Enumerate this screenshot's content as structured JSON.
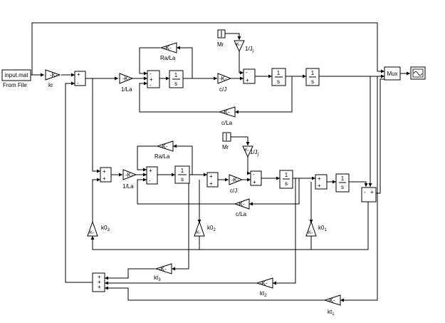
{
  "source": {
    "file": "input.mat",
    "label": "From File"
  },
  "mux": "Mux",
  "scope": {
    "icon": "scope-icon"
  },
  "gain": "-K-",
  "int": {
    "num": "1",
    "den": "s"
  },
  "labels": {
    "kr": "kr",
    "inv_la": "1/La",
    "ra_la": "Ra/La",
    "c_j": "c/J",
    "c_la": "c/La",
    "mr": "Mr",
    "inv_jj": "1/J",
    "j_sub": "j",
    "k0": "k0",
    "kt": "kt",
    "s1": "1",
    "s2": "2",
    "s3": "3"
  },
  "signs": {
    "plus": "+",
    "minus": "-"
  }
}
